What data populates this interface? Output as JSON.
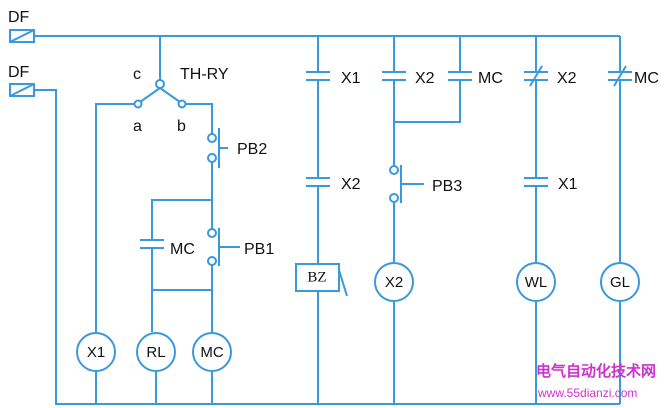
{
  "labels": {
    "df_top": "DF",
    "df_bottom": "DF",
    "c": "c",
    "th_ry": "TH-RY",
    "a": "a",
    "b": "b",
    "pb2": "PB2",
    "mc_latch": "MC",
    "pb1": "PB1",
    "lamp_x1": "X1",
    "lamp_rl": "RL",
    "coil_mc": "MC",
    "bz_x1": "X1",
    "bz_x2": "X2",
    "bz": "BZ",
    "col_x2": "X2",
    "col_mc": "MC",
    "pb3": "PB3",
    "lamp_x2": "X2",
    "wl_x2": "X2",
    "wl_x1": "X1",
    "lamp_wl": "WL",
    "gl_mc": "MC",
    "lamp_gl": "GL"
  },
  "watermark": {
    "name": "电气自动化技术网",
    "url": "www.55dianzi.com"
  },
  "colors": {
    "wire": "#3a98dd",
    "text": "#111111",
    "watermark": "#cc33cc",
    "background": "#ffffff"
  }
}
